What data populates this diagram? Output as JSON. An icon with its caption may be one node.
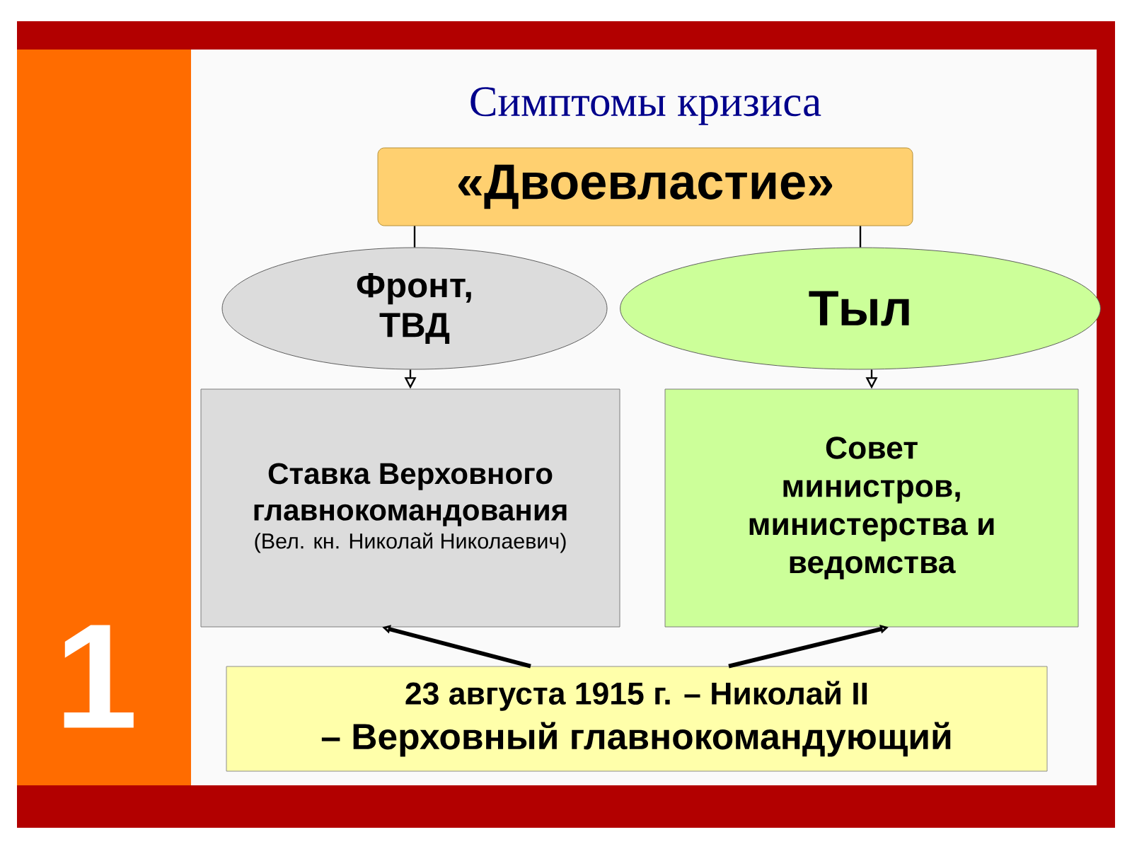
{
  "diagram": {
    "title": "Симптомы кризиса",
    "nodes": [
      {
        "text": [
          "«Двоевластие»"
        ]
      },
      {
        "text": [
          "Фронт, ТВД"
        ]
      },
      {
        "text": [
          "Тыл"
        ]
      },
      {
        "text": [
          "Ставка Верховного главнокомандования",
          "(Вел. кн. Николай Николаевич)"
        ]
      },
      {
        "text": [
          "Совет министров, министерства и ведомства"
        ]
      },
      {
        "text": [
          "23 августа 1915 г. – Николай II",
          "– Верховный главнокомандующий"
        ]
      }
    ],
    "edges": [
      {
        "from": 0,
        "to": 1,
        "arrow": "none"
      },
      {
        "from": 0,
        "to": 2,
        "arrow": "none"
      },
      {
        "from": 1,
        "to": 3,
        "arrow": "to"
      },
      {
        "from": 2,
        "to": 4,
        "arrow": "to"
      },
      {
        "from": 5,
        "to": 3,
        "arrow": "to",
        "style": "thick"
      },
      {
        "from": 5,
        "to": 4,
        "arrow": "to",
        "style": "thick"
      }
    ],
    "labels": [
      "1"
    ]
  }
}
